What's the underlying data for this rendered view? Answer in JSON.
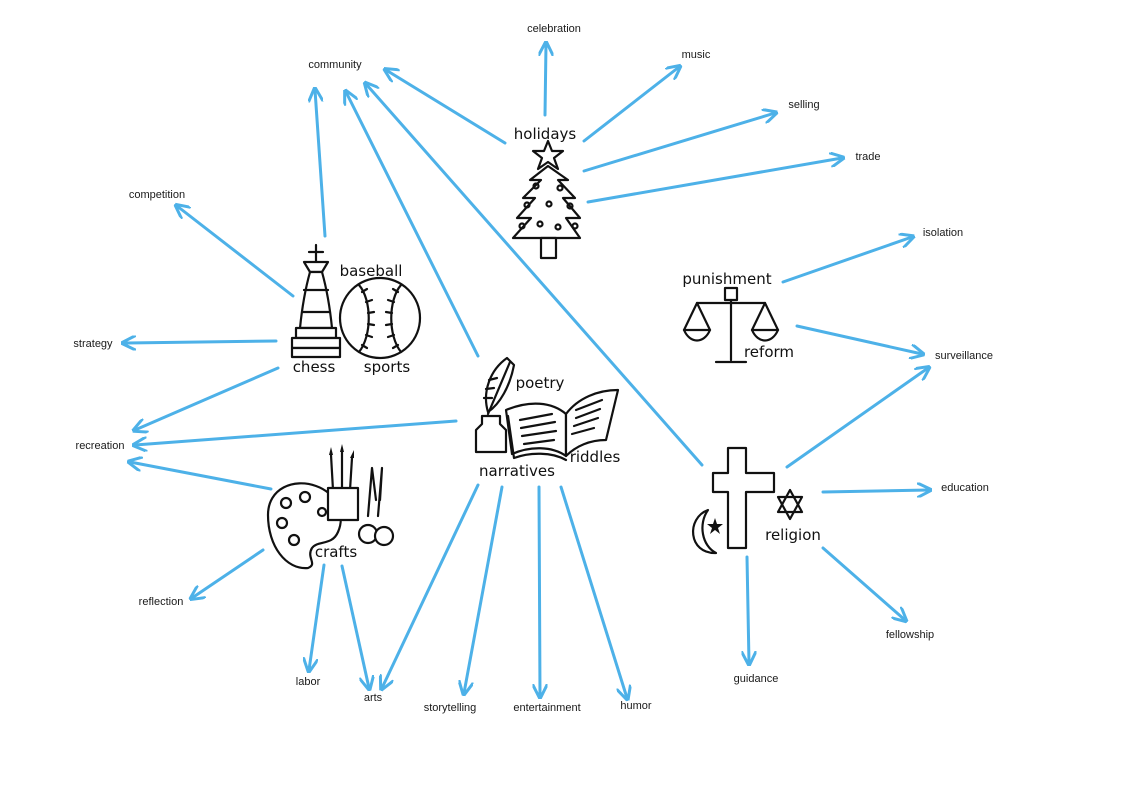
{
  "diagram": {
    "arrow_color": "#4db1e8",
    "ink_color": "#111111",
    "hubs": {
      "holidays": "holidays",
      "baseball": "baseball",
      "chess": "chess",
      "sports": "sports",
      "poetry": "poetry",
      "narratives": "narratives",
      "riddles": "riddles",
      "crafts": "crafts",
      "punishment": "punishment",
      "reform": "reform",
      "religion": "religion"
    },
    "terms": {
      "celebration": "celebration",
      "community": "community",
      "music": "music",
      "selling": "selling",
      "trade": "trade",
      "competition": "competition",
      "isolation": "isolation",
      "strategy": "strategy",
      "surveillance": "surveillance",
      "recreation": "recreation",
      "education": "education",
      "reflection": "reflection",
      "fellowship": "fellowship",
      "labor": "labor",
      "arts": "arts",
      "storytelling": "storytelling",
      "entertainment": "entertainment",
      "humor": "humor",
      "guidance": "guidance"
    },
    "icons": [
      "christmas-tree-icon",
      "chess-king-icon",
      "baseball-icon",
      "quill-inkwell-icon",
      "open-book-icon",
      "paint-palette-icon",
      "paintbrushes-cup-icon",
      "scissors-icon",
      "scales-of-justice-icon",
      "cross-icon",
      "crescent-star-icon",
      "star-of-david-icon"
    ]
  }
}
